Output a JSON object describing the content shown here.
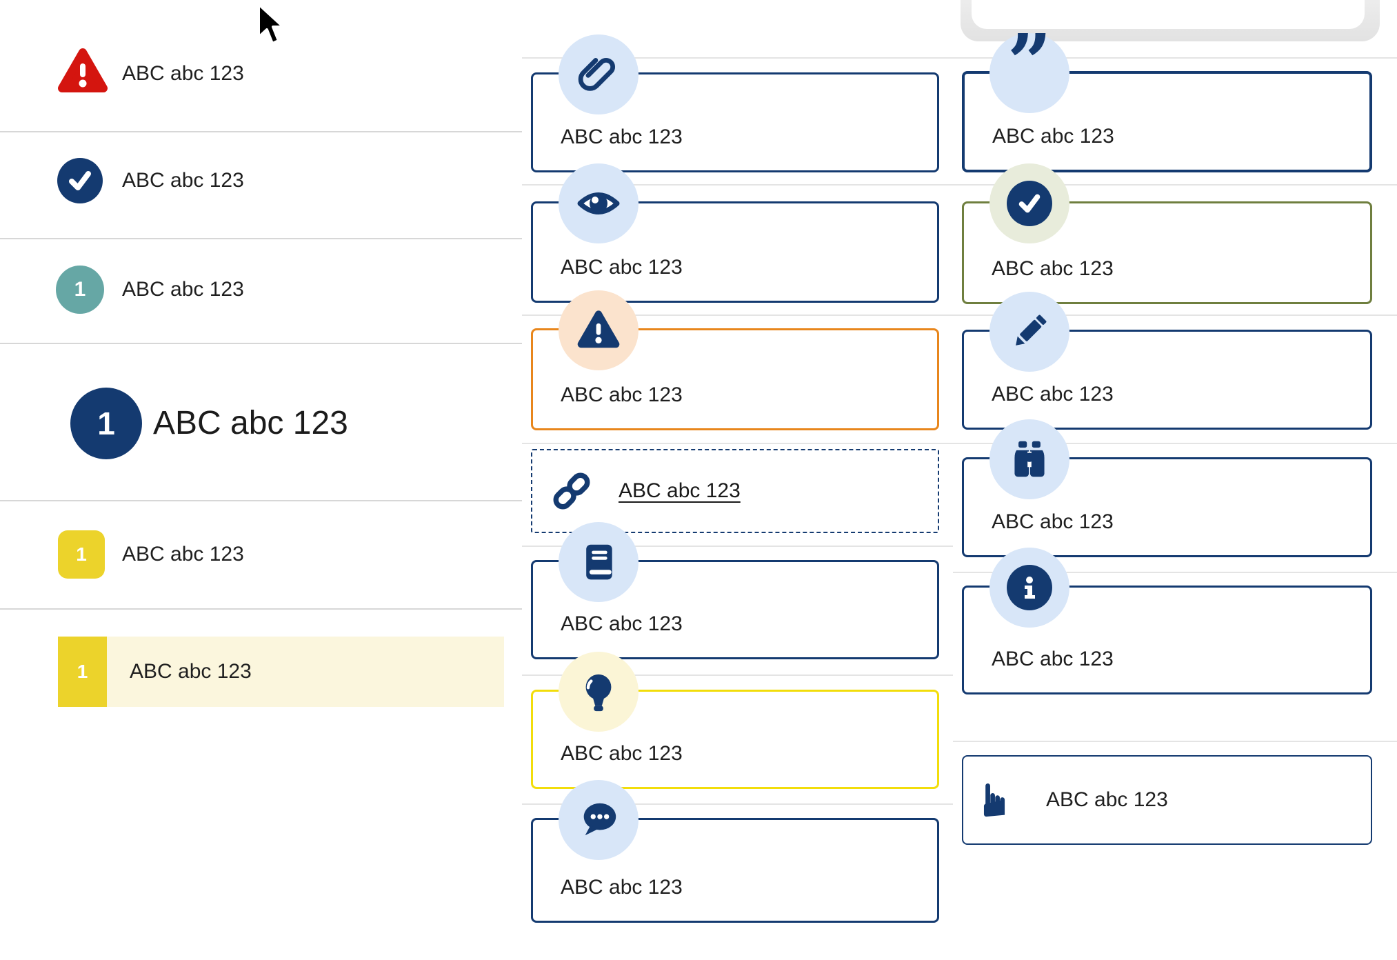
{
  "colors": {
    "navy": "#143a70",
    "red": "#d4150f",
    "teal": "#66a7a5",
    "yellow_badge": "#ecd32b",
    "yellow_border": "#f2dd0b",
    "highlight_bg": "#fbf6dd",
    "orange_border": "#e8861c",
    "peach_bg": "#fbe3cd",
    "olive_border": "#6f7f3f",
    "sage_bg": "#e8ecdb",
    "light_blue_bg": "#d8e6f8",
    "cream_bg": "#fbf5d6"
  },
  "left_list": {
    "items": [
      {
        "icon": "warning-triangle-icon",
        "label": "ABC abc 123"
      },
      {
        "icon": "check-circle-icon",
        "label": "ABC abc 123"
      },
      {
        "icon": "teal-number-badge",
        "badge": "1",
        "label": "ABC abc 123"
      },
      {
        "icon": "navy-number-badge-large",
        "badge": "1",
        "label": "ABC abc 123"
      },
      {
        "icon": "yellow-number-badge",
        "badge": "1",
        "label": "ABC abc 123"
      },
      {
        "icon": "yellow-number-badge",
        "badge": "1",
        "label": "ABC abc 123",
        "highlighted": true
      }
    ]
  },
  "middle_callouts": {
    "items": [
      {
        "icon": "paperclip-icon",
        "variant": "navy",
        "label": "ABC abc 123"
      },
      {
        "icon": "eye-icon",
        "variant": "navy",
        "label": "ABC abc 123"
      },
      {
        "icon": "warning-triangle-icon",
        "variant": "orange",
        "label": "ABC abc 123"
      },
      {
        "icon": "link-icon",
        "variant": "dashed-link",
        "label": "ABC abc 123"
      },
      {
        "icon": "book-icon",
        "variant": "navy",
        "label": "ABC abc 123"
      },
      {
        "icon": "lightbulb-icon",
        "variant": "yellow",
        "label": "ABC abc 123"
      },
      {
        "icon": "chat-icon",
        "variant": "navy",
        "label": "ABC abc 123"
      }
    ]
  },
  "right_callouts": {
    "items": [
      {
        "icon": "quote-icon",
        "variant": "navy",
        "label": "ABC abc 123",
        "glyph": "”"
      },
      {
        "icon": "check-circle-icon",
        "variant": "olive",
        "label": "ABC abc 123"
      },
      {
        "icon": "pencil-icon",
        "variant": "navy",
        "label": "ABC abc 123"
      },
      {
        "icon": "binoculars-icon",
        "variant": "navy",
        "label": "ABC abc 123"
      },
      {
        "icon": "info-icon",
        "variant": "navy",
        "label": "ABC abc 123"
      },
      {
        "icon": "hand-pointer-icon",
        "variant": "navy-thin",
        "label": "ABC abc 123",
        "glyph": "☛"
      }
    ]
  }
}
